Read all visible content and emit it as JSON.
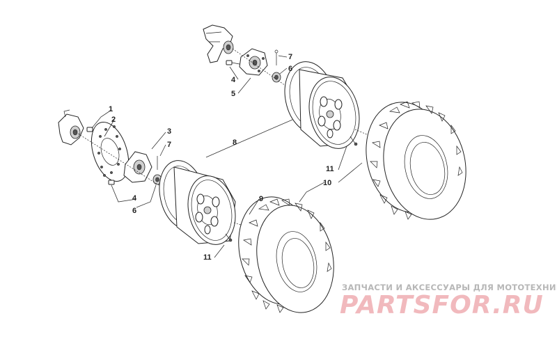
{
  "callouts": {
    "c1": "1",
    "c2": "2",
    "c3": "3",
    "c4_front": "4",
    "c4_rear": "4",
    "c5": "5",
    "c6_front": "6",
    "c6_rear": "6",
    "c7_front": "7",
    "c7_rear": "7",
    "c8": "8",
    "c9": "9",
    "c10": "10",
    "c11_front": "11",
    "c11_rear": "11"
  },
  "watermark": {
    "subtitle": "ЗАПЧАСТИ И АКСЕССУАРЫ ДЛЯ МОТОТЕХНИКИ",
    "logo": "PARTSFOR.RU"
  },
  "colors": {
    "line": "#222222",
    "watermark_logo": "#f1b9bd",
    "watermark_text": "#b7b7b7"
  }
}
